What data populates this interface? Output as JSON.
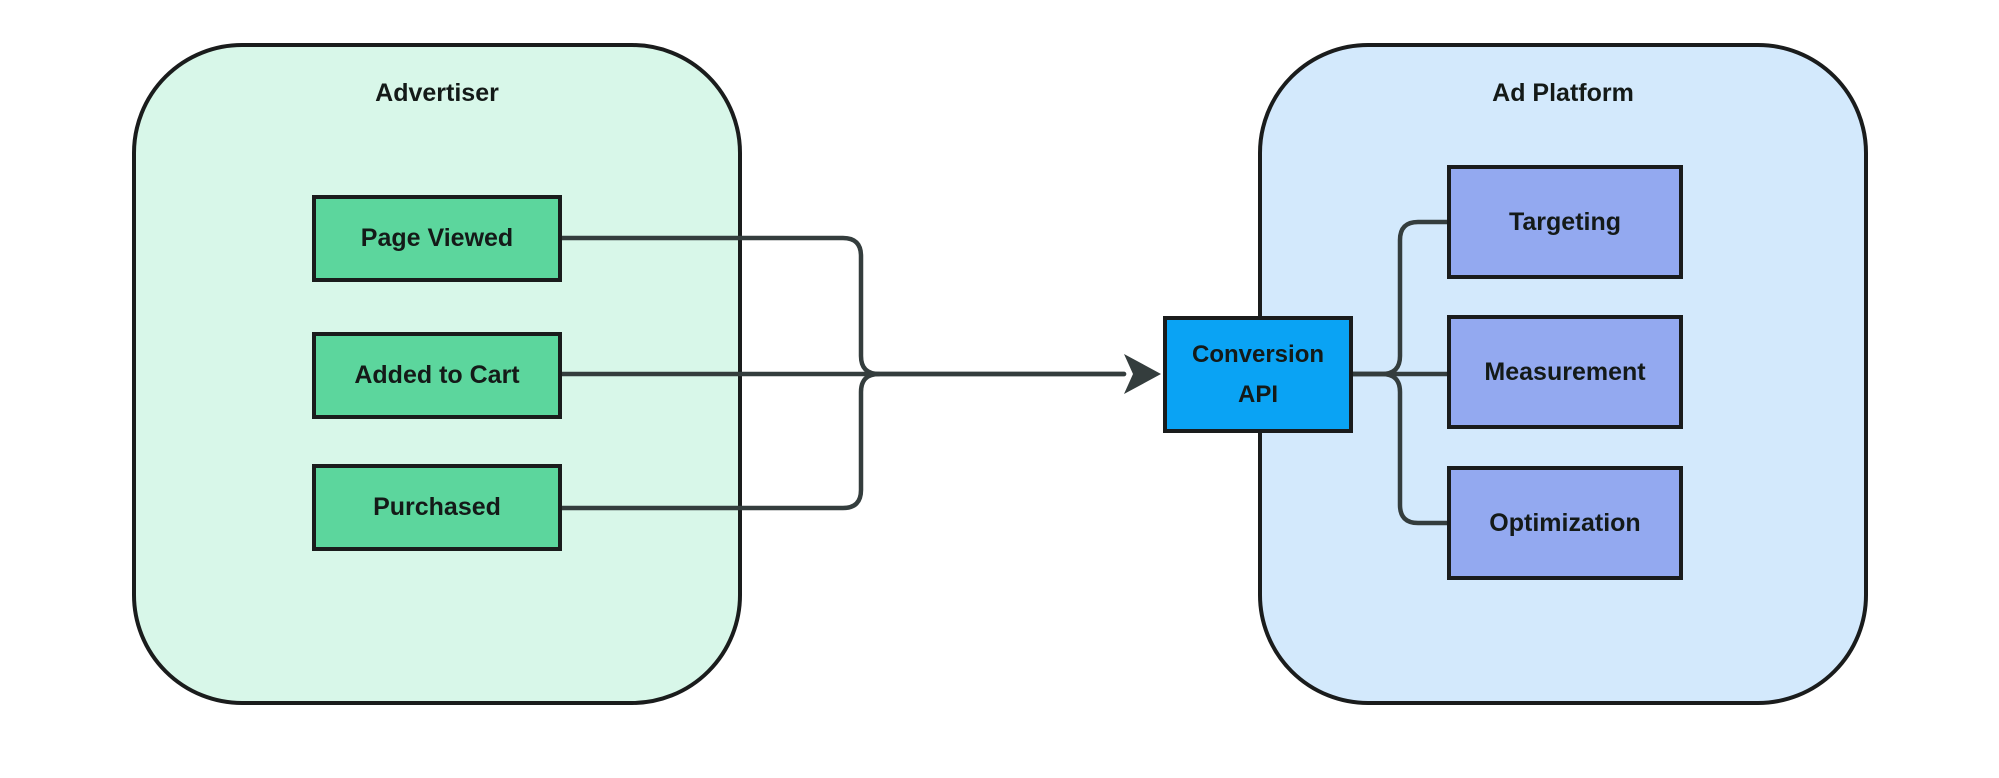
{
  "colors": {
    "bg": "#ffffff",
    "mint": "#d8f7e9",
    "green": "#5cd69d",
    "sky": "#d3e9fc",
    "peri": "#93a9f0",
    "azure": "#0aa3f4",
    "border": "#1a1c1c",
    "line": "#343d3d",
    "text": "#141a18"
  },
  "advertiser": {
    "title": "Advertiser",
    "nodes": [
      {
        "label": "Page Viewed"
      },
      {
        "label": "Added to Cart"
      },
      {
        "label": "Purchased"
      }
    ]
  },
  "hub": {
    "label": "Conversion API",
    "lines": [
      "Conversion",
      "API"
    ]
  },
  "ad_platform": {
    "title": "Ad Platform",
    "nodes": [
      {
        "label": "Targeting"
      },
      {
        "label": "Measurement"
      },
      {
        "label": "Optimization"
      }
    ]
  }
}
